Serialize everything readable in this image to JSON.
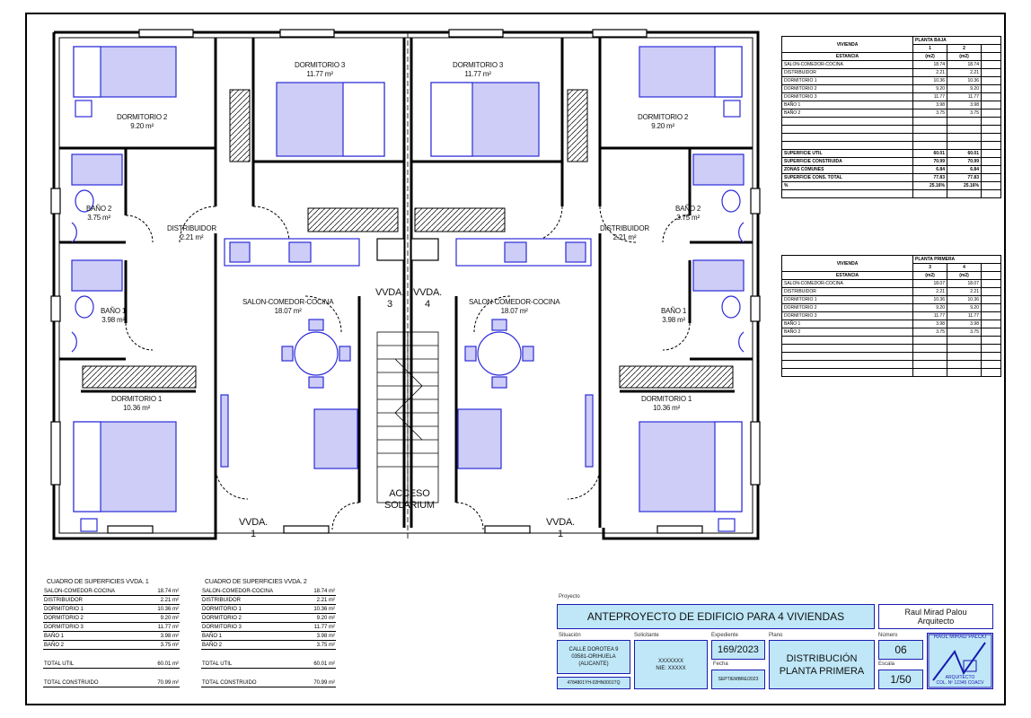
{
  "rooms": {
    "dorm2_left": {
      "name": "DORMITORIO 2",
      "area": "9.20 m²"
    },
    "dorm3_left": {
      "name": "DORMITORIO 3",
      "area": "11.77 m²"
    },
    "dorm3_right": {
      "name": "DORMITORIO 3",
      "area": "11.77 m²"
    },
    "dorm2_right": {
      "name": "DORMITORIO 2",
      "area": "9.20 m²"
    },
    "bano2_left": {
      "name": "BAÑO 2",
      "area": "3.75 m²"
    },
    "distrib_left": {
      "name": "DISTRIBUIDOR",
      "area": "2.21 m²"
    },
    "distrib_right": {
      "name": "DISTRIBUIDOR",
      "area": "2.21 m²"
    },
    "bano2_right": {
      "name": "BAÑO 2",
      "area": "3.75 m²"
    },
    "bano1_left": {
      "name": "BAÑO 1",
      "area": "3.98 m²"
    },
    "salon_left": {
      "name": "SALON-COMEDOR-COCINA",
      "area": "18.07 m²"
    },
    "vvda3": {
      "name": "VVDA.",
      "num": "3"
    },
    "vvda4": {
      "name": "VVDA.",
      "num": "4"
    },
    "salon_right": {
      "name": "SALON-COMEDOR-COCINA",
      "area": "18.07 m²"
    },
    "bano1_right": {
      "name": "BAÑO 1",
      "area": "3.98 m²"
    },
    "dorm1_left": {
      "name": "DORMITORIO 1",
      "area": "10.36 m²"
    },
    "dorm1_right": {
      "name": "DORMITORIO 1",
      "area": "10.36 m²"
    },
    "acceso": {
      "line1": "ACCESO",
      "line2": "SOLARIUM"
    },
    "vvda1_left": {
      "name": "VVDA.",
      "num": "1"
    },
    "vvda1_right": {
      "name": "VVDA.",
      "num": "1"
    }
  },
  "table_baja": {
    "head_vivienda": "VIVIENDA",
    "head_planta": "PLANTA BAJA",
    "cols": [
      "1",
      "2"
    ],
    "estancia": "ESTANCIA",
    "units": [
      "(m2)",
      "(m2)"
    ],
    "rows": [
      {
        "label": "SALON-COMEDOR-COCINA",
        "v1": "18.74",
        "v2": "18.74"
      },
      {
        "label": "DISTRIBUIDOR",
        "v1": "2.21",
        "v2": "2.21"
      },
      {
        "label": "DORMITORIO 1",
        "v1": "10.36",
        "v2": "10.36"
      },
      {
        "label": "DORMITORIO 2",
        "v1": "9.20",
        "v2": "9.20"
      },
      {
        "label": "DORMITORIO 3",
        "v1": "11.77",
        "v2": "11.77"
      },
      {
        "label": "BAÑO 1",
        "v1": "3.98",
        "v2": "3.98"
      },
      {
        "label": "BAÑO 2",
        "v1": "3.75",
        "v2": "3.75"
      }
    ],
    "totals": [
      {
        "label": "SUPERFICIE UTIL",
        "v1": "60.01",
        "v2": "60.01"
      },
      {
        "label": "SUPERFICIE CONSTRUIDA",
        "v1": "70.99",
        "v2": "70.99"
      },
      {
        "label": "ZONAS COMUNES",
        "v1": "6.84",
        "v2": "6.84"
      },
      {
        "label": "SUPERFICIE CONS. TOTAL",
        "v1": "77.83",
        "v2": "77.83"
      },
      {
        "label": "%",
        "v1": "25.16%",
        "v2": "25.16%"
      }
    ]
  },
  "table_primera": {
    "head_vivienda": "VIVIENDA",
    "head_planta": "PLANTA PRIMERA",
    "cols": [
      "3",
      "4"
    ],
    "estancia": "ESTANCIA",
    "units": [
      "(m2)",
      "(m2)"
    ],
    "rows": [
      {
        "label": "SALON-COMEDOR-COCINA",
        "v1": "18.07",
        "v2": "18.07"
      },
      {
        "label": "DISTRIBUIDOR",
        "v1": "2.21",
        "v2": "2.21"
      },
      {
        "label": "DORMITORIO 1",
        "v1": "10.36",
        "v2": "10.36"
      },
      {
        "label": "DORMITORIO 2",
        "v1": "9.20",
        "v2": "9.20"
      },
      {
        "label": "DORMITORIO 3",
        "v1": "11.77",
        "v2": "11.77"
      },
      {
        "label": "BAÑO 1",
        "v1": "3.98",
        "v2": "3.98"
      },
      {
        "label": "BAÑO 2",
        "v1": "3.75",
        "v2": "3.75"
      }
    ]
  },
  "cuadro1": {
    "title": "CUADRO DE SUPERFICIES VVDA. 1",
    "rows": [
      {
        "label": "SALON-COMEDOR-COCINA",
        "value": "18.74 m²"
      },
      {
        "label": "DISTRIBUIDOR",
        "value": "2.21 m²"
      },
      {
        "label": "DORMITORIO 1",
        "value": "10.36 m²"
      },
      {
        "label": "DORMITORIO 2",
        "value": "9.20 m²"
      },
      {
        "label": "DORMITORIO 3",
        "value": "11.77 m²"
      },
      {
        "label": "BAÑO 1",
        "value": "3.98 m²"
      },
      {
        "label": "BAÑO 2",
        "value": "3.75 m²"
      }
    ],
    "total_util": {
      "label": "TOTAL UTIL",
      "value": "60.01 m²"
    },
    "total_construido": {
      "label": "TOTAL CONSTRUIDO",
      "value": "70.99 m²"
    }
  },
  "cuadro2": {
    "title": "CUADRO DE SUPERFICIES VVDA. 2",
    "rows": [
      {
        "label": "SALON-COMEDOR-COCINA",
        "value": "18.74 m²"
      },
      {
        "label": "DISTRIBUIDOR",
        "value": "2.21 m²"
      },
      {
        "label": "DORMITORIO 1",
        "value": "10.36 m²"
      },
      {
        "label": "DORMITORIO 2",
        "value": "9.20 m²"
      },
      {
        "label": "DORMITORIO 3",
        "value": "11.77 m²"
      },
      {
        "label": "BAÑO 1",
        "value": "3.98 m²"
      },
      {
        "label": "BAÑO 2",
        "value": "3.75 m²"
      }
    ],
    "total_util": {
      "label": "TOTAL UTIL",
      "value": "60.01 m²"
    },
    "total_construido": {
      "label": "TOTAL CONSTRUIDO",
      "value": "70.99 m²"
    }
  },
  "titleblock": {
    "proyecto_label": "Proyecto",
    "proyecto": "ANTEPROYECTO DE EDIFICIO PARA 4 VIVIENDAS",
    "arquitecto_name": "Raul Mirad Palou",
    "arquitecto_role": "Arquitecto",
    "situacion_label": "Situación",
    "solicitante_label": "Solicitante",
    "expediente_label": "Expediente",
    "plano_label": "Plano",
    "numero_label": "Número",
    "fecha_label": "Fecha",
    "escala_label": "Escala",
    "situacion_lines": [
      "CALLE DOROTEA 9",
      "03581-ORIHUELA",
      "(ALICANTE)"
    ],
    "solicitante_lines": [
      "XXXXXXX",
      "NIE: XXXXX"
    ],
    "expediente": "169/2023",
    "fecha": "SEPTIEMBRE/2023",
    "plano_line1": "DISTRIBUCIÓN",
    "plano_line2": "PLANTA PRIMERA",
    "numero": "06",
    "escala": "1/50",
    "refcat": "4784801YH-02HN0001TQ",
    "firma_lines": [
      "RAUL MIRAD PALOU",
      "ARQUITECTO",
      "COL. Nº 12345 COACV"
    ]
  },
  "colors": {
    "furniture": "#2b2bd8",
    "furniture_fill": "#cdcdf7",
    "titlebox": "#bfe7f7",
    "titleborder": "#1a1ab0"
  }
}
